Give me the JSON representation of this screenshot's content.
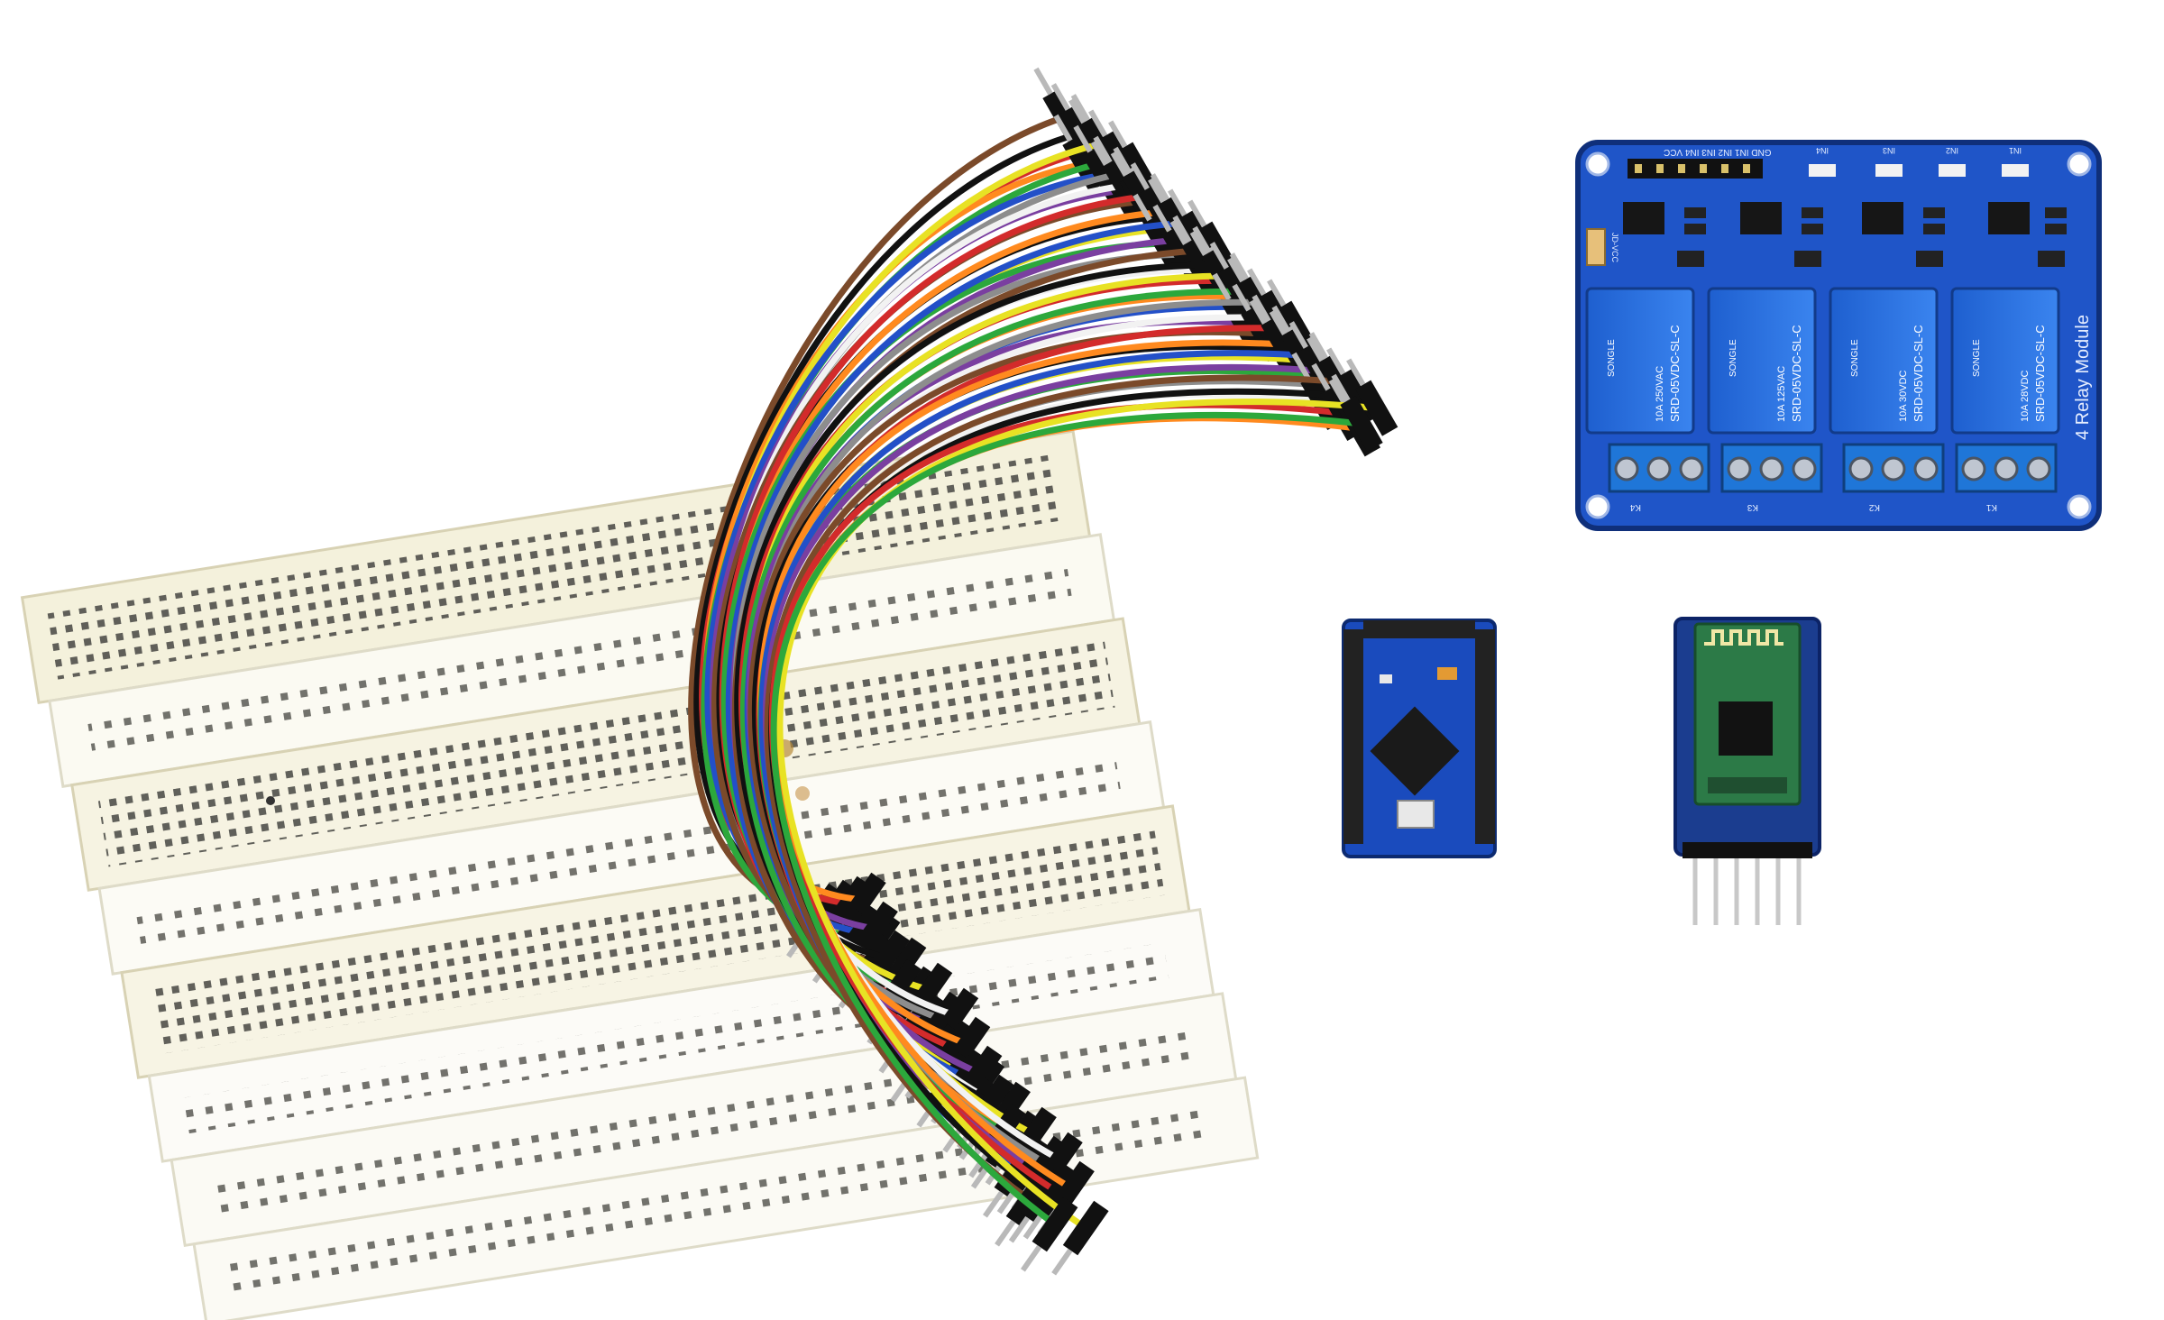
{
  "scene": {
    "background": "#ffffff",
    "objects": [
      "breadboard-stack",
      "jumper-wire-bundle",
      "relay-module",
      "arduino-pro-mini",
      "bluetooth-module"
    ]
  },
  "relay_module": {
    "board_label": "4 Relay Module",
    "header_label": "GND IN1 IN2 IN3 IN4 VCC",
    "jumper_label": "JD-VCC",
    "vcc_label": "VCC",
    "led_labels": [
      "IN4",
      "IN3",
      "IN2",
      "IN1"
    ],
    "relay_brand": "SONGLE",
    "relay_model": "SRD-05VDC-SL-C",
    "relay_ratings": [
      "10A 250VAC",
      "10A 125VAC",
      "10A 30VDC",
      "10A 28VDC"
    ],
    "terminal_labels": [
      "K4",
      "K3",
      "K2",
      "K1"
    ],
    "colors": {
      "pcb": "#1f55c8",
      "relay": "#2f73e6",
      "terminal": "#1f76d8"
    }
  },
  "bluetooth_module": {
    "colors": {
      "pcb": "#2c7a47",
      "base": "#1b3d8f",
      "pins": "#c8c8c8"
    }
  },
  "arduino_pro_mini": {
    "colors": {
      "pcb": "#1a4bbd",
      "chip": "#1a1a1a",
      "headers": "#222222"
    }
  },
  "wire_colors": [
    "#7b4a2a",
    "#111111",
    "#d32b2b",
    "#ff8a1f",
    "#e8e224",
    "#2ca83c",
    "#2350c8",
    "#7a3fa0",
    "#8d8d8d",
    "#f2f2f2"
  ]
}
